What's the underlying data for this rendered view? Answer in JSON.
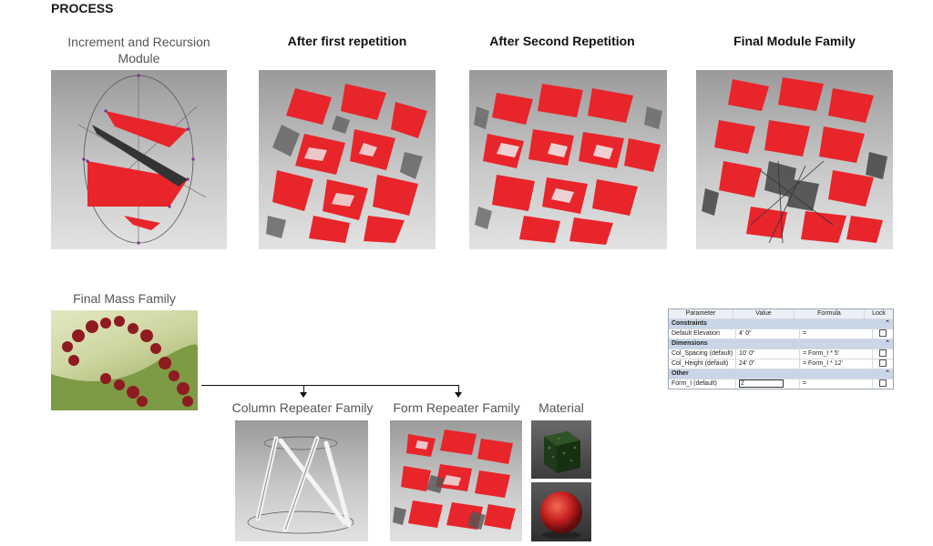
{
  "heading": "PROCESS",
  "top_row": {
    "c1_line1": "Increment and Recursion",
    "c1_line2": "Module",
    "c2": "After first repetition",
    "c3": "After Second Repetition",
    "c4": "Final Module Family"
  },
  "bottom": {
    "mass_caption": "Final Mass Family",
    "column_caption": "Column Repeater Family",
    "form_caption": "Form Repeater Family",
    "material_caption": "Material"
  },
  "param_table": {
    "headers": {
      "parameter": "Parameter",
      "value": "Value",
      "formula": "Formula",
      "lock": "Lock"
    },
    "groups": {
      "constraints": "Constraints",
      "dimensions": "Dimensions",
      "other": "Other",
      "collapse_glyph": "⌃"
    },
    "rows": {
      "elevation": {
        "param": "Default Elevation",
        "value": "4'  0\"",
        "formula": "="
      },
      "spacing": {
        "param": "Col_Spacing (default)",
        "value": "10'  0\"",
        "formula": "= Form_I * 5'"
      },
      "height": {
        "param": "Col_Height (default)",
        "value": "24'  0\"",
        "formula": "= Form_I * 12'"
      },
      "form": {
        "param": "Form_I (default)",
        "value": "2",
        "formula": "="
      }
    }
  },
  "colors": {
    "accent_red": "#e8252b",
    "panel_gray": "#b8b8b8",
    "table_group": "#c9d6e8"
  }
}
